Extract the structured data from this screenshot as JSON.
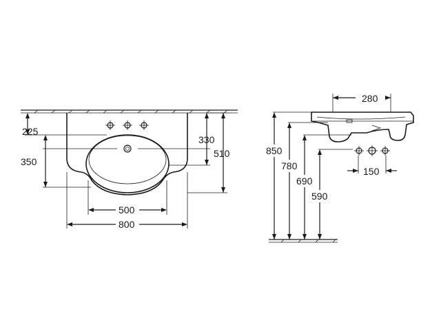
{
  "front_view": {
    "dims": {
      "depth_225": "225",
      "depth_350": "350",
      "depth_330": "330",
      "depth_510": "510",
      "width_500": "500",
      "width_800": "800"
    }
  },
  "side_view": {
    "dims": {
      "width_280": "280",
      "spacing_150": "150",
      "height_850": "850",
      "height_780": "780",
      "height_690": "690",
      "height_590": "590"
    }
  },
  "colors": {
    "line": "#1a1a1a",
    "background": "#ffffff"
  }
}
